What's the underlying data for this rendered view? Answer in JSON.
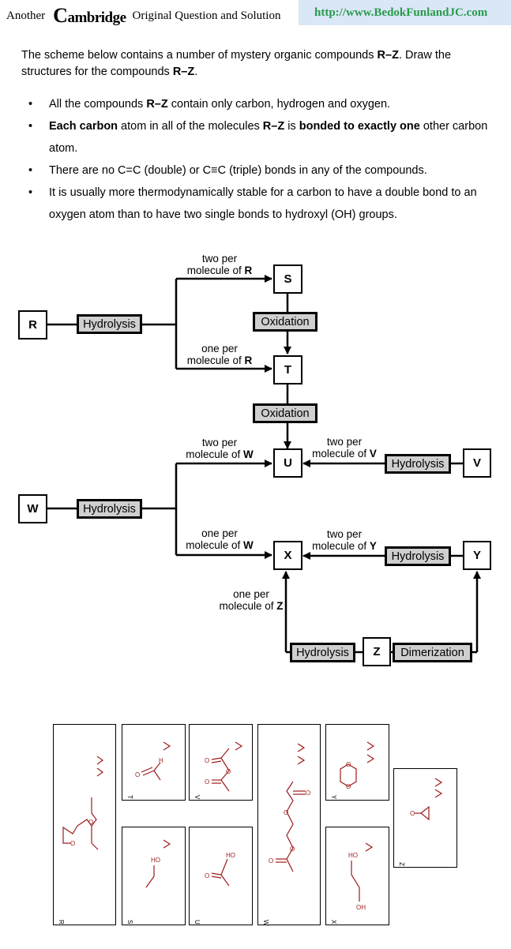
{
  "header": {
    "prefix": "Another",
    "brand_cap": "C",
    "brand_rest": "ambridge",
    "suffix": "Original Question and Solution",
    "url": "http://www.BedokFunlandJC.com"
  },
  "question": {
    "intro_1": "The scheme below contains a number of mystery organic compounds ",
    "intro_range_1": "R–Z",
    "intro_2": ".  Draw the structures for the compounds ",
    "intro_range_2": "R–Z",
    "intro_3": ".",
    "bullets": [
      {
        "a": "All the compounds ",
        "b": "R–Z",
        "c": " contain only carbon, hydrogen and oxygen."
      },
      {
        "a": "Each carbon",
        "b": " atom in all of the molecules ",
        "c": "R–Z",
        "d": " is ",
        "e": "bonded to exactly one",
        "f": " other carbon atom."
      },
      {
        "a": "There are no C=C (double) or C≡C (triple) bonds in any of the compounds."
      },
      {
        "a": "It is usually more thermodynamically stable for a carbon to have a double bond to an oxygen atom than to have two single bonds to hydroxyl (OH) groups."
      }
    ]
  },
  "scheme": {
    "compounds": {
      "R": "R",
      "S": "S",
      "T": "T",
      "U": "U",
      "V": "V",
      "W": "W",
      "X": "X",
      "Y": "Y",
      "Z": "Z"
    },
    "processes": {
      "hydrolysis": "Hydrolysis",
      "oxidation": "Oxidation",
      "dimerization": "Dimerization"
    },
    "labels": {
      "two_per_R": {
        "line1": "two per",
        "line2": "molecule of ",
        "bold": "R"
      },
      "one_per_R": {
        "line1": "one per",
        "line2": "molecule of ",
        "bold": "R"
      },
      "two_per_W": {
        "line1": "two per",
        "line2": "molecule of ",
        "bold": "W"
      },
      "two_per_V": {
        "line1": "two per",
        "line2": "molecule of ",
        "bold": "V"
      },
      "one_per_W": {
        "line1": "one per",
        "line2": "molecule of ",
        "bold": "W"
      },
      "two_per_Y": {
        "line1": "two per",
        "line2": "molecule of ",
        "bold": "Y"
      },
      "one_per_Z": {
        "line1": "one per",
        "line2": "molecule of ",
        "bold": "Z"
      }
    }
  },
  "answers": {
    "R": "R",
    "S": "S",
    "T": "T",
    "U": "U",
    "V": "V",
    "W": "W",
    "X": "X",
    "Y": "Y",
    "Z": "Z",
    "atoms": {
      "O": "O",
      "H": "H",
      "HO": "HO",
      "OH": "OH"
    },
    "colors": {
      "structure": "#9e1b1b"
    }
  }
}
